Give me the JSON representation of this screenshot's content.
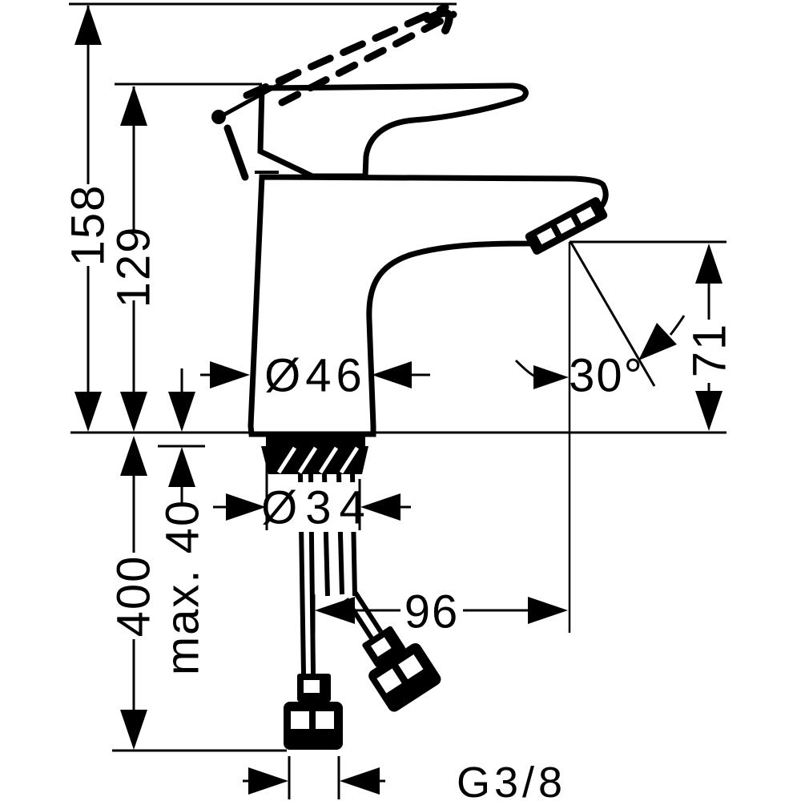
{
  "canvas": {
    "background": "#ffffff",
    "line_color": "#000000"
  },
  "drawing": {
    "subject": "single-lever basin mixer faucet, side elevation technical dimension drawing",
    "dimensions": {
      "total_height": "158",
      "handle_height": "129",
      "body_diameter": "Ø46",
      "aerator_angle": "30°",
      "spout_height": "71",
      "mounting_hole_diameter": "Ø34",
      "max_deck_thickness": "max. 40",
      "hose_length": "400",
      "spout_reach": "96",
      "hose_thread": "G3/8"
    }
  }
}
